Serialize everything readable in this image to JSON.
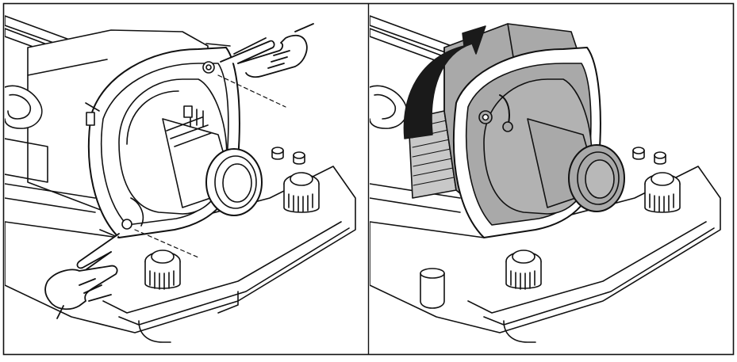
{
  "figure": {
    "panels": [
      {
        "id": "panel-left",
        "illustration": "camera-housing-lens-release"
      },
      {
        "id": "panel-right",
        "illustration": "camera-housing-lens-rotate-up"
      }
    ],
    "colors": {
      "outline": "#111111",
      "highlight_fill": "#a9a9a9",
      "arrow_fill": "#1a1a1a",
      "background": "#ffffff"
    },
    "icons": [
      "pointing-hand-icon",
      "pinch-hand-icon",
      "rotate-arrow-icon"
    ]
  }
}
